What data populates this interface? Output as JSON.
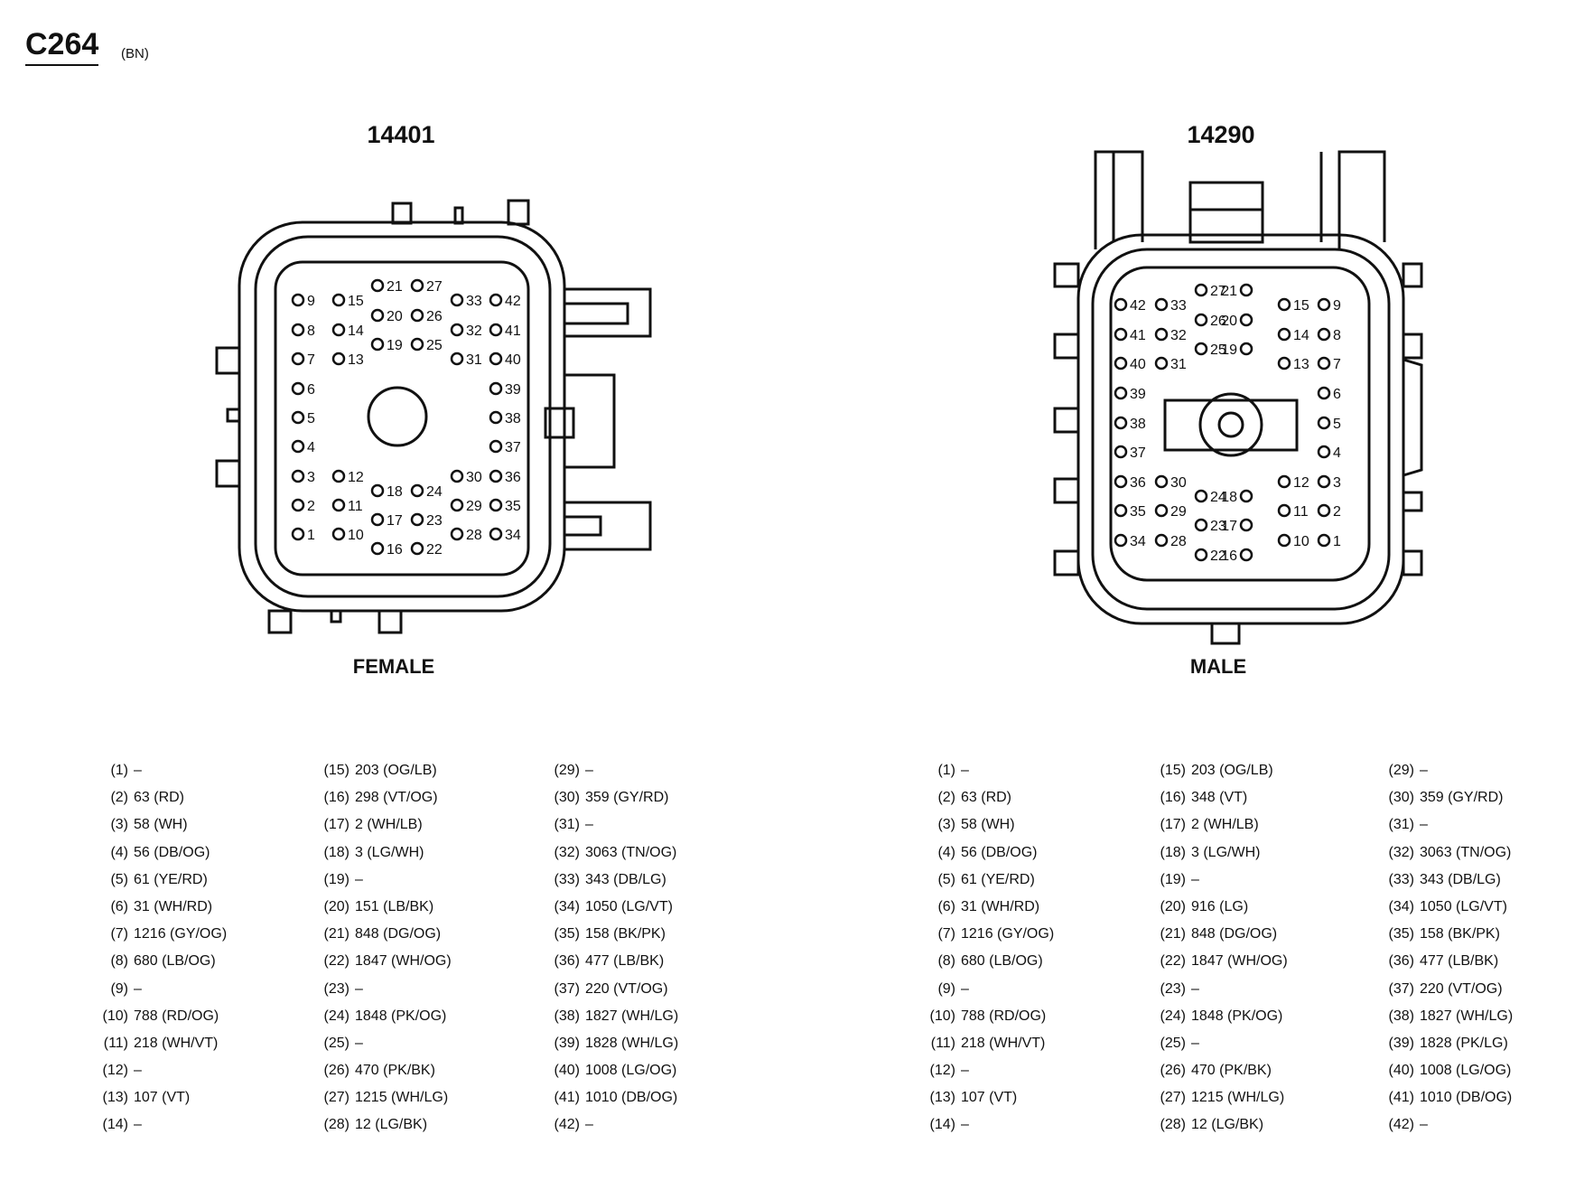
{
  "header": {
    "title": "C264",
    "subtitle": "(BN)"
  },
  "connectors": [
    {
      "part_number": "14401",
      "gender": "FEMALE"
    },
    {
      "part_number": "14290",
      "gender": "MALE"
    }
  ],
  "pin_labels": [
    "1",
    "2",
    "3",
    "4",
    "5",
    "6",
    "7",
    "8",
    "9",
    "10",
    "11",
    "12",
    "13",
    "14",
    "15",
    "16",
    "17",
    "18",
    "19",
    "20",
    "21",
    "22",
    "23",
    "24",
    "25",
    "26",
    "27",
    "28",
    "29",
    "30",
    "31",
    "32",
    "33",
    "34",
    "35",
    "36",
    "37",
    "38",
    "39",
    "40",
    "41",
    "42"
  ],
  "female_table": [
    {
      "pin": "(1)",
      "circuit": "–"
    },
    {
      "pin": "(2)",
      "circuit": "63 (RD)"
    },
    {
      "pin": "(3)",
      "circuit": "58 (WH)"
    },
    {
      "pin": "(4)",
      "circuit": "56 (DB/OG)"
    },
    {
      "pin": "(5)",
      "circuit": "61 (YE/RD)"
    },
    {
      "pin": "(6)",
      "circuit": "31 (WH/RD)"
    },
    {
      "pin": "(7)",
      "circuit": "1216 (GY/OG)"
    },
    {
      "pin": "(8)",
      "circuit": "680 (LB/OG)"
    },
    {
      "pin": "(9)",
      "circuit": "–"
    },
    {
      "pin": "(10)",
      "circuit": "788 (RD/OG)"
    },
    {
      "pin": "(11)",
      "circuit": "218 (WH/VT)"
    },
    {
      "pin": "(12)",
      "circuit": "–"
    },
    {
      "pin": "(13)",
      "circuit": "107 (VT)"
    },
    {
      "pin": "(14)",
      "circuit": "–"
    },
    {
      "pin": "(15)",
      "circuit": "203 (OG/LB)"
    },
    {
      "pin": "(16)",
      "circuit": "298 (VT/OG)"
    },
    {
      "pin": "(17)",
      "circuit": "2 (WH/LB)"
    },
    {
      "pin": "(18)",
      "circuit": "3 (LG/WH)"
    },
    {
      "pin": "(19)",
      "circuit": "–"
    },
    {
      "pin": "(20)",
      "circuit": "151 (LB/BK)"
    },
    {
      "pin": "(21)",
      "circuit": "848 (DG/OG)"
    },
    {
      "pin": "(22)",
      "circuit": "1847 (WH/OG)"
    },
    {
      "pin": "(23)",
      "circuit": "–"
    },
    {
      "pin": "(24)",
      "circuit": "1848 (PK/OG)"
    },
    {
      "pin": "(25)",
      "circuit": "–"
    },
    {
      "pin": "(26)",
      "circuit": "470 (PK/BK)"
    },
    {
      "pin": "(27)",
      "circuit": "1215 (WH/LG)"
    },
    {
      "pin": "(28)",
      "circuit": "12 (LG/BK)"
    },
    {
      "pin": "(29)",
      "circuit": "–"
    },
    {
      "pin": "(30)",
      "circuit": "359 (GY/RD)"
    },
    {
      "pin": "(31)",
      "circuit": "–"
    },
    {
      "pin": "(32)",
      "circuit": "3063 (TN/OG)"
    },
    {
      "pin": "(33)",
      "circuit": "343 (DB/LG)"
    },
    {
      "pin": "(34)",
      "circuit": "1050 (LG/VT)"
    },
    {
      "pin": "(35)",
      "circuit": "158 (BK/PK)"
    },
    {
      "pin": "(36)",
      "circuit": "477 (LB/BK)"
    },
    {
      "pin": "(37)",
      "circuit": "220 (VT/OG)"
    },
    {
      "pin": "(38)",
      "circuit": "1827 (WH/LG)"
    },
    {
      "pin": "(39)",
      "circuit": "1828 (WH/LG)"
    },
    {
      "pin": "(40)",
      "circuit": "1008 (LG/OG)"
    },
    {
      "pin": "(41)",
      "circuit": "1010 (DB/OG)"
    },
    {
      "pin": "(42)",
      "circuit": "–"
    }
  ],
  "male_table": [
    {
      "pin": "(1)",
      "circuit": "–"
    },
    {
      "pin": "(2)",
      "circuit": "63 (RD)"
    },
    {
      "pin": "(3)",
      "circuit": "58 (WH)"
    },
    {
      "pin": "(4)",
      "circuit": "56 (DB/OG)"
    },
    {
      "pin": "(5)",
      "circuit": "61 (YE/RD)"
    },
    {
      "pin": "(6)",
      "circuit": "31 (WH/RD)"
    },
    {
      "pin": "(7)",
      "circuit": "1216 (GY/OG)"
    },
    {
      "pin": "(8)",
      "circuit": "680 (LB/OG)"
    },
    {
      "pin": "(9)",
      "circuit": "–"
    },
    {
      "pin": "(10)",
      "circuit": "788 (RD/OG)"
    },
    {
      "pin": "(11)",
      "circuit": "218 (WH/VT)"
    },
    {
      "pin": "(12)",
      "circuit": "–"
    },
    {
      "pin": "(13)",
      "circuit": "107 (VT)"
    },
    {
      "pin": "(14)",
      "circuit": "–"
    },
    {
      "pin": "(15)",
      "circuit": "203 (OG/LB)"
    },
    {
      "pin": "(16)",
      "circuit": "348 (VT)"
    },
    {
      "pin": "(17)",
      "circuit": "2 (WH/LB)"
    },
    {
      "pin": "(18)",
      "circuit": "3 (LG/WH)"
    },
    {
      "pin": "(19)",
      "circuit": "–"
    },
    {
      "pin": "(20)",
      "circuit": "916 (LG)"
    },
    {
      "pin": "(21)",
      "circuit": "848 (DG/OG)"
    },
    {
      "pin": "(22)",
      "circuit": "1847 (WH/OG)"
    },
    {
      "pin": "(23)",
      "circuit": "–"
    },
    {
      "pin": "(24)",
      "circuit": "1848 (PK/OG)"
    },
    {
      "pin": "(25)",
      "circuit": "–"
    },
    {
      "pin": "(26)",
      "circuit": "470 (PK/BK)"
    },
    {
      "pin": "(27)",
      "circuit": "1215 (WH/LG)"
    },
    {
      "pin": "(28)",
      "circuit": "12 (LG/BK)"
    },
    {
      "pin": "(29)",
      "circuit": "–"
    },
    {
      "pin": "(30)",
      "circuit": "359 (GY/RD)"
    },
    {
      "pin": "(31)",
      "circuit": "–"
    },
    {
      "pin": "(32)",
      "circuit": "3063 (TN/OG)"
    },
    {
      "pin": "(33)",
      "circuit": "343 (DB/LG)"
    },
    {
      "pin": "(34)",
      "circuit": "1050 (LG/VT)"
    },
    {
      "pin": "(35)",
      "circuit": "158 (BK/PK)"
    },
    {
      "pin": "(36)",
      "circuit": "477 (LB/BK)"
    },
    {
      "pin": "(37)",
      "circuit": "220 (VT/OG)"
    },
    {
      "pin": "(38)",
      "circuit": "1827 (WH/LG)"
    },
    {
      "pin": "(39)",
      "circuit": "1828 (PK/LG)"
    },
    {
      "pin": "(40)",
      "circuit": "1008 (LG/OG)"
    },
    {
      "pin": "(41)",
      "circuit": "1010 (DB/OG)"
    },
    {
      "pin": "(42)",
      "circuit": "–"
    }
  ]
}
